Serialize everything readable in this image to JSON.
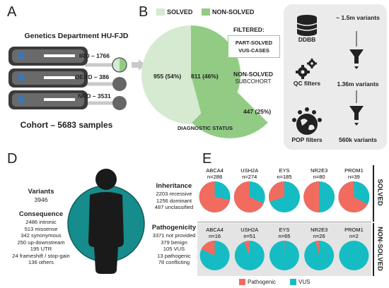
{
  "panels": {
    "a": "A",
    "b": "B",
    "c": "C",
    "d": "D",
    "e": "E"
  },
  "colors": {
    "solved": "#d5ead0",
    "nonsolved": "#92cc84",
    "dark": "#2b2b2b",
    "panel_c_bg": "#ebebeb",
    "teal": "#178c8c",
    "pathogenic": "#f26b5f",
    "vus": "#16bcc4",
    "grid_bg": "#e4e4e4"
  },
  "a": {
    "department": "Genetics Department HU-FJD",
    "groups": [
      {
        "label": "IRD – 1766"
      },
      {
        "label": "OERD – 386"
      },
      {
        "label": "NRD – 3531"
      }
    ],
    "cohort": "Cohort – 5683 samples"
  },
  "b": {
    "legend": {
      "solved": "SOLVED",
      "nonsolved": "NON-SOLVED"
    },
    "pie": {
      "solved_label": "955 (54%)",
      "nonsolved_label": "811 (46%)",
      "solved": 955,
      "nonsolved": 811
    },
    "caption": "DIAGNOSTIC STATUS",
    "filtered_title": "FILTERED:",
    "filtered_box": [
      "PART-SOLVED",
      "VUS-CASES"
    ],
    "subcohort_title": "NON-SOLVED",
    "subcohort_sub": "SUBCOHORT",
    "sub_label": "447 (25%)"
  },
  "c": {
    "ddbb": "DDBB",
    "qc": "QC filters",
    "pop": "POP filters",
    "v1": "~ 1.5m variants",
    "v2": "1.36m variants",
    "v3": "560k variants"
  },
  "d": {
    "variants_title": "Variants",
    "variants_value": "3946",
    "consequence_title": "Consequence",
    "consequence": [
      "2486 intronic",
      "513 missense",
      "342 synonymous",
      "250 up-downstream",
      "195 UTR",
      "24 frameshift / stop-gain",
      "136 others"
    ],
    "inheritance_title": "Inheritance",
    "inheritance": [
      "2203 recessive",
      "1256 dominant",
      "487 unclassified"
    ],
    "pathogenicity_title": "Pathogenicity",
    "pathogenicity": [
      "3371 not provided",
      "379 benign",
      "105 VUS",
      "13 pathogenic",
      "78 conflicting"
    ]
  },
  "e": {
    "solved_label": "SOLVED",
    "nonsolved_label": "NON-SOLVED",
    "solved_genes": [
      {
        "gene": "ABCA4",
        "n": "n=288",
        "pathogenic": 0.72
      },
      {
        "gene": "USH2A",
        "n": "n=274",
        "pathogenic": 0.68
      },
      {
        "gene": "EYS",
        "n": "n=185",
        "pathogenic": 0.3
      },
      {
        "gene": "NR2E3",
        "n": "n=80",
        "pathogenic": 0.5
      },
      {
        "gene": "PROM1",
        "n": "n=39",
        "pathogenic": 0.67
      }
    ],
    "nonsolved_genes": [
      {
        "gene": "ABCA4",
        "n": "n=16",
        "pathogenic": 0.18
      },
      {
        "gene": "USH2A",
        "n": "n=51",
        "pathogenic": 0.06
      },
      {
        "gene": "EYS",
        "n": "n=65",
        "pathogenic": 0.01
      },
      {
        "gene": "NR2E3",
        "n": "n=26",
        "pathogenic": 0.04
      },
      {
        "gene": "PROM1",
        "n": "n=2",
        "pathogenic": 0.0
      }
    ],
    "legend": {
      "pathogenic": "Pathogenic",
      "vus": "VUS"
    }
  }
}
